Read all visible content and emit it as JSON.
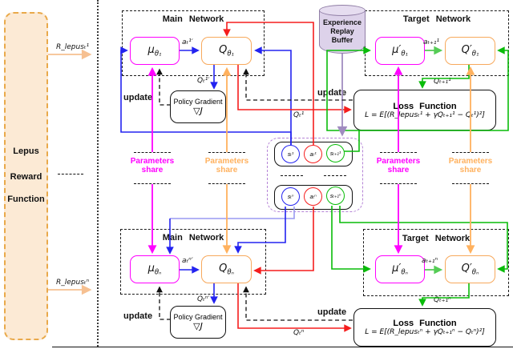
{
  "colors": {
    "actor_border": "#ff00ff",
    "critic_border": "#f7a95c",
    "state_blue": "#2323f0",
    "action_red": "#f51d1d",
    "next_state_green": "#09bc09",
    "param_share_critic_orange": "#ffb15e",
    "buffer_fill": "#ddd2ea",
    "buffer_border": "#917fa6",
    "reward_fill": "#fcead5",
    "reward_border": "#e9a94a",
    "sample_outline_purple": "#b583d6",
    "buffer_arrow_purple": "#a08cc0",
    "reward_arrow_peach": "#f6c091"
  },
  "left_panel": {
    "lines": [
      "Lepus",
      "Reward",
      "Function"
    ],
    "reward_top": "R_lepusₜ¹",
    "reward_bottom": "R_lepusₜⁿ"
  },
  "buffer": {
    "line1": "Experience",
    "line2": "Replay",
    "line3": "Buffer"
  },
  "shared": {
    "update": "update",
    "params_line1": "Parameters",
    "params_line2": "share",
    "main_title": "Main Network",
    "target_title": "Target Network",
    "loss_title": "Loss Function",
    "pg_line1": "Policy Gradient",
    "pg_line2": "▽J"
  },
  "agent1": {
    "actor": {
      "base": "μ",
      "sub": "θ₁"
    },
    "critic": {
      "base": "Q",
      "sub": "θ₁"
    },
    "target_actor": {
      "base": "μ′",
      "sub": "θ₁"
    },
    "target_critic": {
      "base": "Q′",
      "sub": "θ₁"
    },
    "action": "aₜ¹′",
    "q_to_pg": "Qₜ¹′",
    "q_out": "Qₜ¹",
    "target_action": "aₜ₊₁¹",
    "q_next": "Qₜ₊₁¹",
    "loss_formula": "L = E[(R_lepusₜ¹ + γQₜ₊₁¹ − Qₜ¹)²]"
  },
  "agentn": {
    "actor": {
      "base": "μ",
      "sub": "θₙ"
    },
    "critic": {
      "base": "Q",
      "sub": "θₙ"
    },
    "target_actor": {
      "base": "μ′",
      "sub": "θₙ"
    },
    "target_critic": {
      "base": "Q′",
      "sub": "θₙ"
    },
    "action": "aₜⁿ′",
    "q_to_pg": "Qₜⁿ′",
    "q_out": "Qₜⁿ",
    "target_action": "aₜ₊₁ⁿ",
    "q_next": "Qₜ₊₁ⁿ",
    "loss_formula": "L = E[(R_lepusₜⁿ + γQₜ₊₁ⁿ − Qₜⁿ)²]"
  },
  "samples": {
    "row1": [
      "sₜ¹",
      "aₜ¹",
      "sₜ₊₁¹"
    ],
    "row2": [
      "sₜⁿ",
      "aₜⁿ",
      "sₜ₊₁ⁿ"
    ]
  }
}
